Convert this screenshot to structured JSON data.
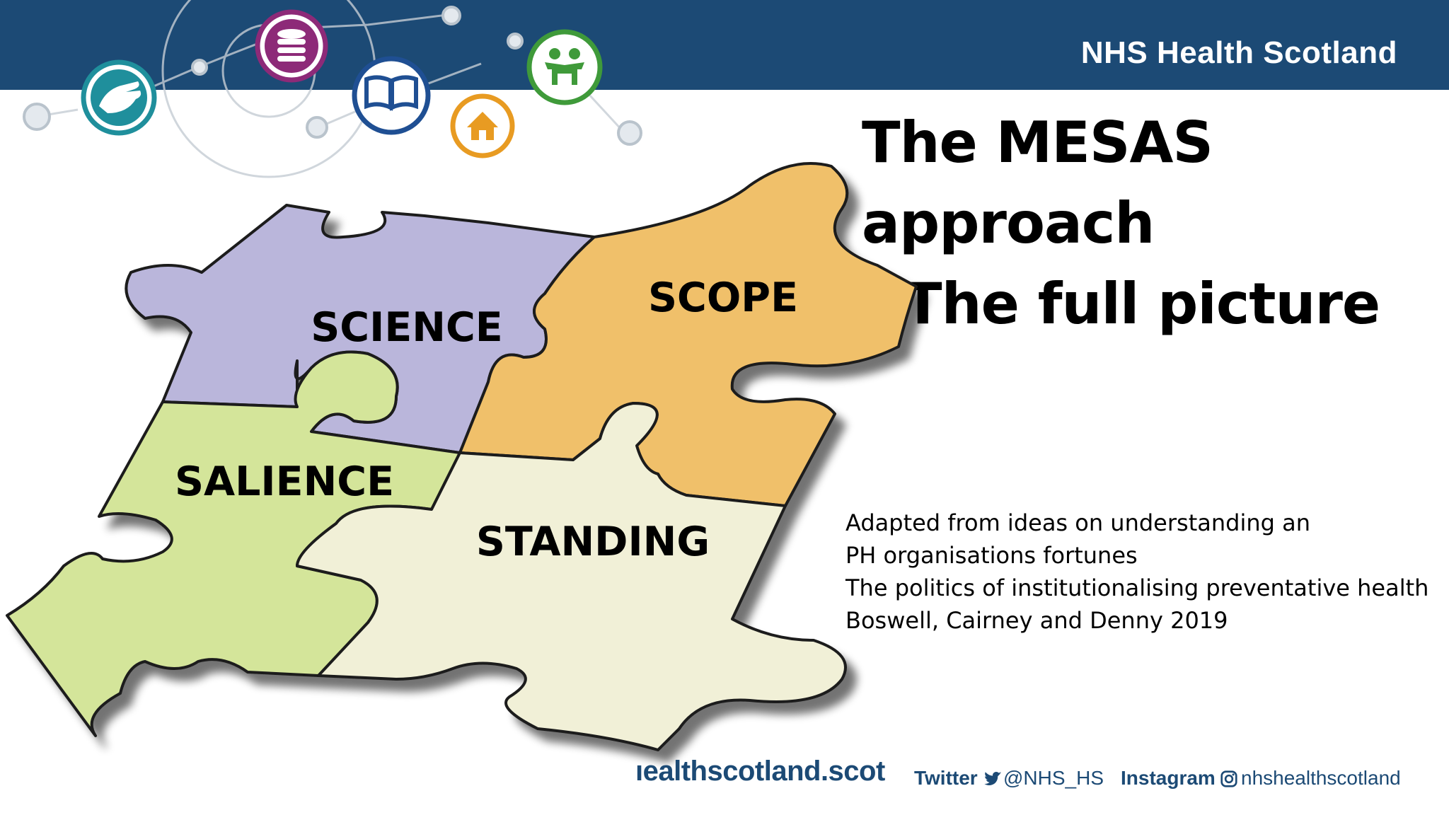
{
  "header": {
    "brand": "NHS Health Scotland"
  },
  "title": "The MESAS approach\n- The full picture",
  "puzzle_pieces": [
    {
      "label": "SCIENCE"
    },
    {
      "label": "SCOPE"
    },
    {
      "label": "SALIENCE"
    },
    {
      "label": "STANDING"
    }
  ],
  "caption_lines": [
    "Adapted from ideas on understanding an",
    "PH organisations fortunes",
    "The politics of institutionalising preventative health",
    "Boswell, Cairney and Denny 2019"
  ],
  "header_icons": [
    "hand-icon",
    "money-icon",
    "book-icon",
    "house-icon",
    "people-icon"
  ],
  "footer": {
    "website": "ıealthscotland.scot",
    "twitter_label": "Twitter",
    "twitter_handle": "@NHS_HS",
    "instagram_label": "Instagram",
    "instagram_handle": "nhshealthscotland"
  },
  "colors": {
    "header_blue": "#1c4a75",
    "science_purple": "#bab6db",
    "scope_orange": "#f0c06a",
    "salience_green": "#d4e59a",
    "standing_cream": "#f1f0d7",
    "icon_teal": "#1f8f9c",
    "icon_magenta": "#8d2a78",
    "icon_blue": "#1f4f93",
    "icon_orange": "#e89b22",
    "icon_green": "#3f9a3a",
    "footer_text": "#1c4a75"
  }
}
